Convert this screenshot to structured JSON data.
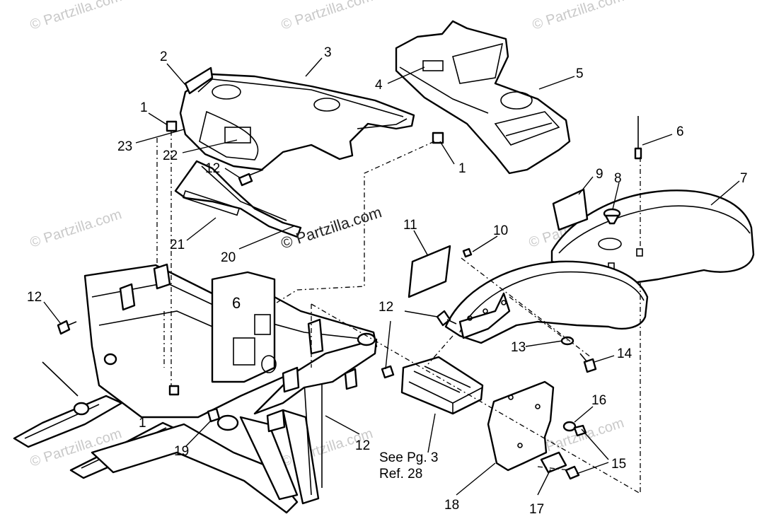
{
  "watermark": {
    "text": "© Partzilla.com",
    "center_text": "© Partzilla.com"
  },
  "callouts": {
    "n1a": "1",
    "n1b": "1",
    "n1c": "1",
    "n2": "2",
    "n3": "3",
    "n4": "4",
    "n5": "5",
    "n6": "6",
    "n7": "7",
    "n8": "8",
    "n9": "9",
    "n10": "10",
    "n11": "11",
    "n12a": "12",
    "n12b": "12",
    "n12c": "12",
    "n12d": "12",
    "n13": "13",
    "n14": "14",
    "n15": "15",
    "n16": "16",
    "n17": "17",
    "n18": "18",
    "n19": "19",
    "n20": "20",
    "n21": "21",
    "n22": "22",
    "n23": "23"
  },
  "note": {
    "line1": "See Pg. 3",
    "line2": "Ref. 28"
  },
  "colors": {
    "line": "#000000",
    "watermark": "#c9c9c9",
    "background": "#ffffff"
  }
}
